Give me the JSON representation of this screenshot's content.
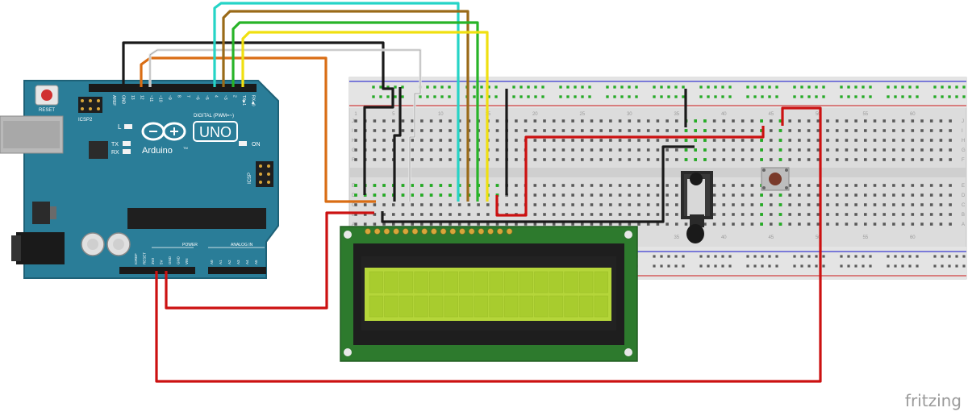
{
  "arduino": {
    "reset_label": "RESET",
    "icsp2_label": "ICSP2",
    "logo_text": "Arduino",
    "uno_text": "UNO",
    "tm": "TM",
    "l_label": "L",
    "tx_label": "TX",
    "rx_label": "RX",
    "on_label": "ON",
    "icsp_label": "ICSP",
    "digital_label": "DIGITAL (PWM=~)",
    "power_label": "POWER",
    "analog_label": "ANALOG IN",
    "digital_pins": [
      "AREF",
      "GND",
      "13",
      "12",
      "~11",
      "~10",
      "~9",
      "8",
      "7",
      "~6",
      "~5",
      "4",
      "~3",
      "2",
      "TX▶1",
      "RX◀0"
    ],
    "power_pins": [
      "IOREF",
      "RESET",
      "3V3",
      "5V",
      "GND",
      "GND",
      "VIN"
    ],
    "analog_pins": [
      "A0",
      "A1",
      "A2",
      "A3",
      "A4",
      "A5"
    ]
  },
  "breadboard": {
    "column_numbers": [
      "1",
      "5",
      "10",
      "15",
      "20",
      "25",
      "30",
      "35",
      "40",
      "45",
      "50",
      "55",
      "60"
    ],
    "row_letters_top": [
      "J",
      "I",
      "H",
      "G",
      "F"
    ],
    "row_letters_bottom": [
      "E",
      "D",
      "C",
      "B",
      "A"
    ]
  },
  "watermark": "fritzing",
  "colors": {
    "board": "#2a7d98",
    "wire_red": "#cc1111",
    "wire_black": "#1a1a1a",
    "wire_orange": "#d96d14",
    "wire_white": "#e8e8e8",
    "wire_cyan": "#25d4c6",
    "wire_brown": "#9a6a18",
    "wire_green": "#28b428",
    "wire_yellow": "#f0e010",
    "lcd_pcb": "#2d7a2d",
    "lcd_screen": "#b5d63a"
  }
}
